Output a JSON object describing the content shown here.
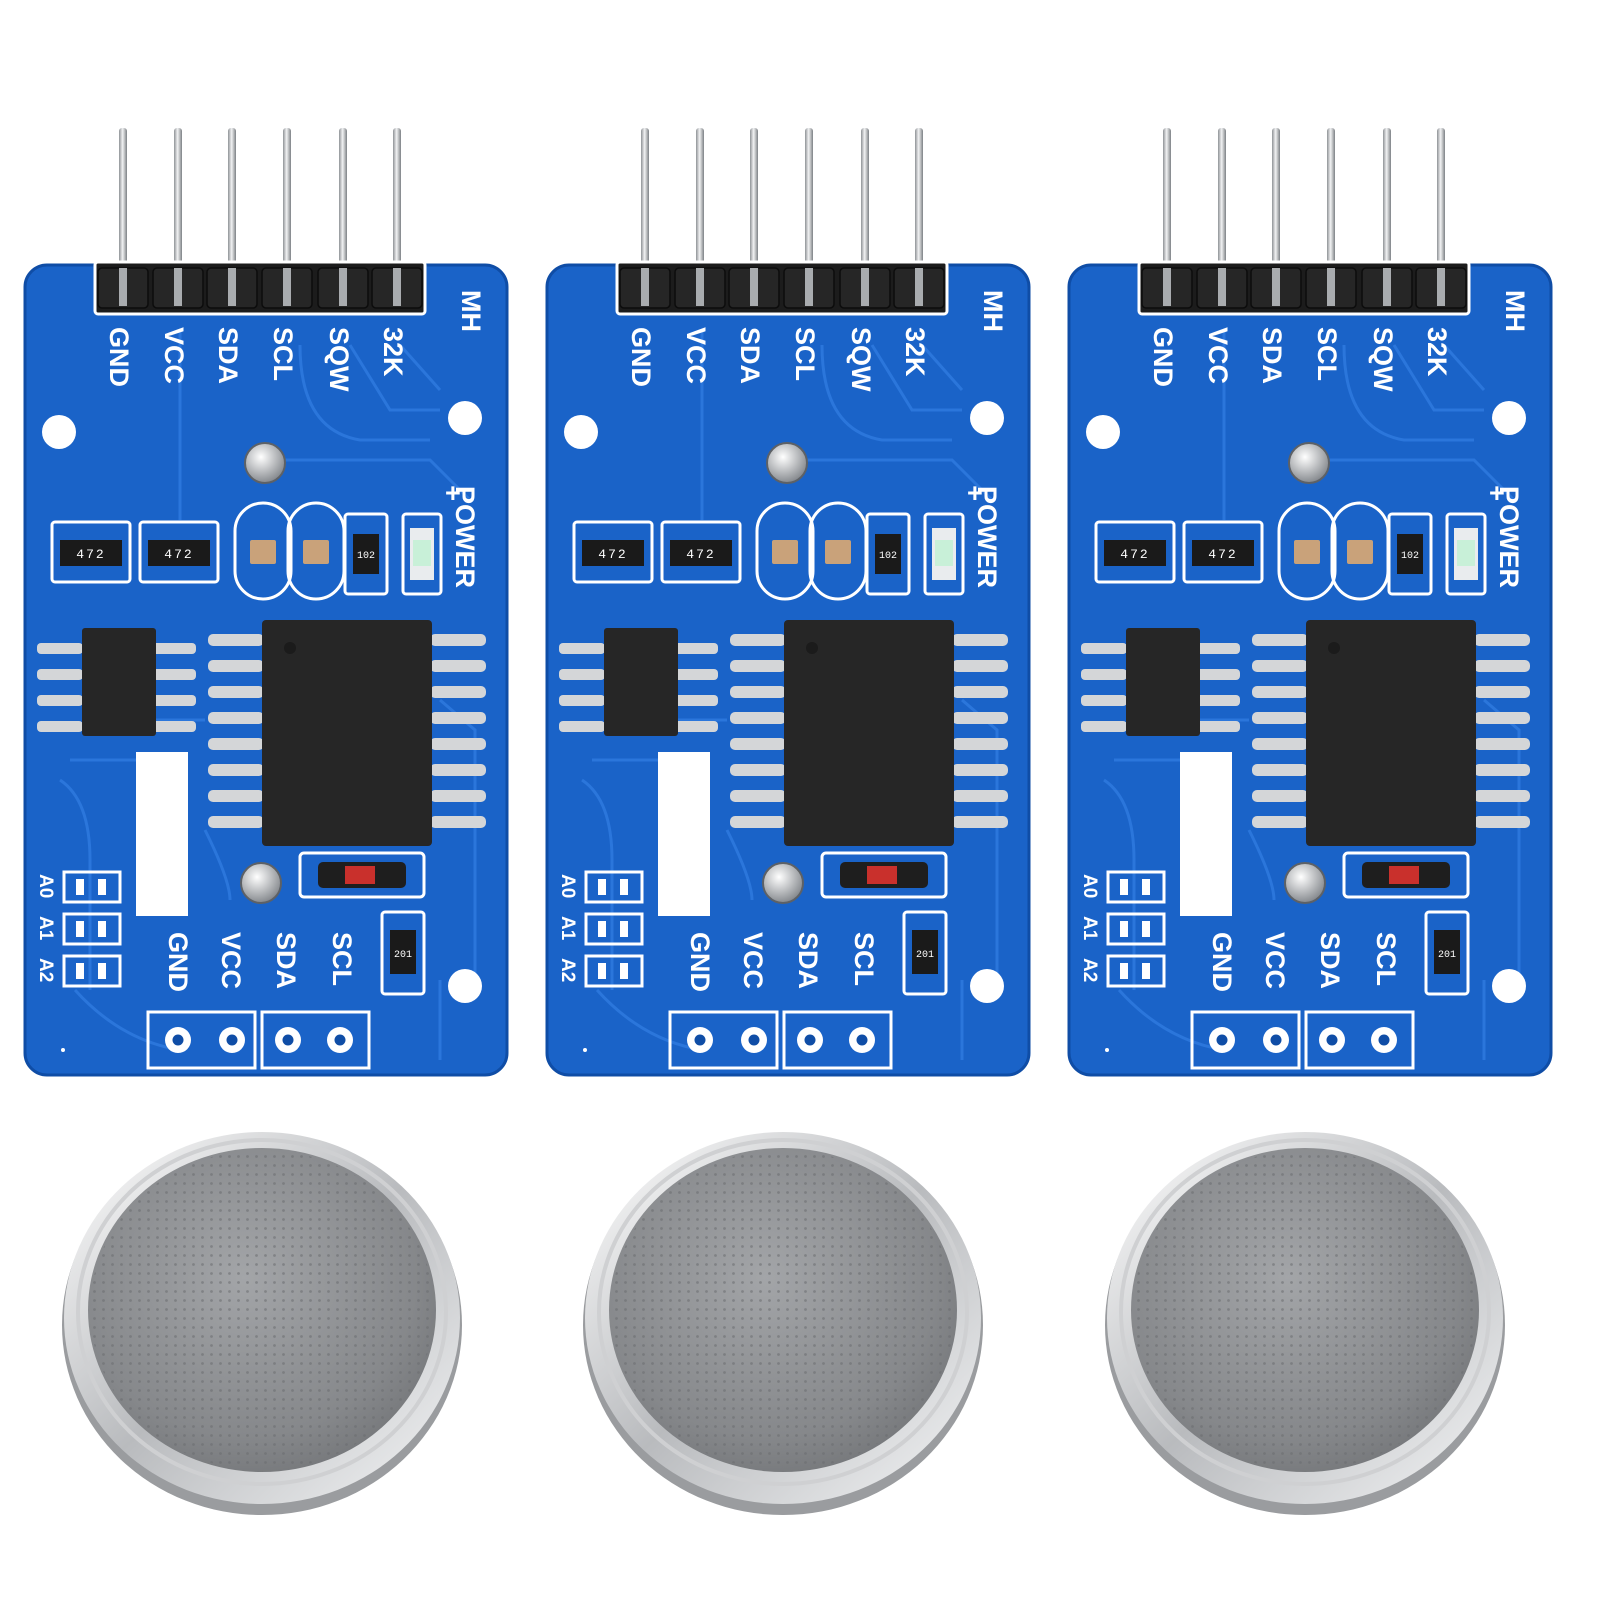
{
  "colors": {
    "pcb": "#1a63c8",
    "pcb_edge": "#0f4da6",
    "trace": "#2f7ae0",
    "silkscreen": "#ffffff",
    "chip": "#262626",
    "pin": "#d4d6d8",
    "battery": "#8b8d90",
    "battery_rim": "#e6e7e9"
  },
  "board": {
    "brand": "MH",
    "top_pins": [
      "GND",
      "VCC",
      "SDA",
      "SCL",
      "SQW",
      "32K"
    ],
    "power_label": "POWER",
    "power_sign": "+",
    "resistor_array_code": "472",
    "resistor_top_code": "102",
    "resistor_bottom_code": "201",
    "address_pads": [
      "A0",
      "A1",
      "A2"
    ],
    "bottom_pins": [
      "GND",
      "VCC",
      "SDA",
      "SCL"
    ]
  },
  "boards": [
    {
      "id": "board-1"
    },
    {
      "id": "board-2"
    },
    {
      "id": "board-3"
    }
  ],
  "batteries": [
    {
      "id": "battery-1"
    },
    {
      "id": "battery-2"
    },
    {
      "id": "battery-3"
    }
  ]
}
